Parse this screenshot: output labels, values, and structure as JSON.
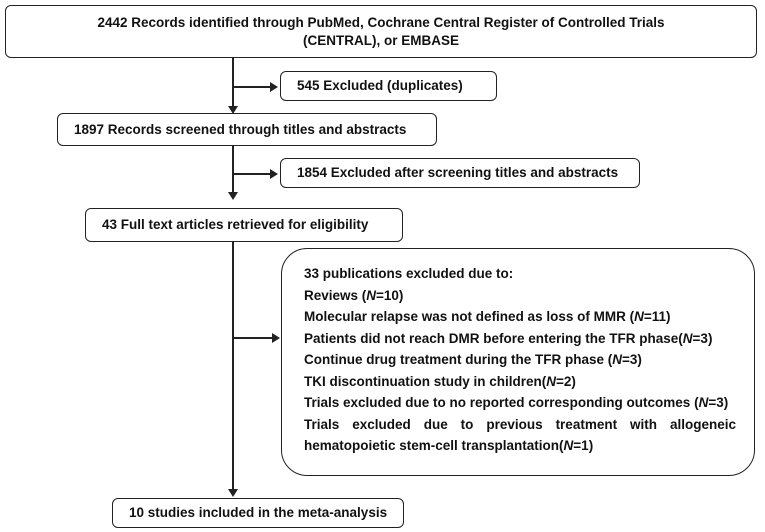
{
  "identified": {
    "line1": "2442 Records identified through PubMed, Cochrane Central Register of Controlled Trials",
    "line2": "(CENTRAL), or EMBASE"
  },
  "duplicates": "545 Excluded (duplicates)",
  "screened": "1897 Records screened through titles and abstracts",
  "excluded_screening": "1854 Excluded after screening titles and abstracts",
  "full_text": "43 Full text articles retrieved for eligibility",
  "exclusions": {
    "title": "33 publications excluded due to:",
    "items": [
      {
        "pre": "Reviews (",
        "n_label": "N",
        "post": "=10)"
      },
      {
        "pre": "Molecular relapse was not defined as loss of MMR (",
        "n_label": "N",
        "post": "=11)"
      },
      {
        "pre": "Patients did not reach DMR before entering the TFR phase(",
        "n_label": "N",
        "post": "=3)"
      },
      {
        "pre": "Continue drug treatment during the TFR phase (",
        "n_label": "N",
        "post": "=3)"
      },
      {
        "pre": "TKI discontinuation study in children(",
        "n_label": "N",
        "post": "=2)"
      },
      {
        "pre": "Trials excluded due to no reported corresponding outcomes (",
        "n_label": "N",
        "post": "=3)"
      }
    ],
    "last_item": {
      "line1": "Trials excluded due to previous treatment with allogeneic",
      "line2_pre": "hematopoietic stem-cell transplantation(",
      "n_label": "N",
      "post": "=1)"
    }
  },
  "included": "10 studies included in the meta-analysis"
}
